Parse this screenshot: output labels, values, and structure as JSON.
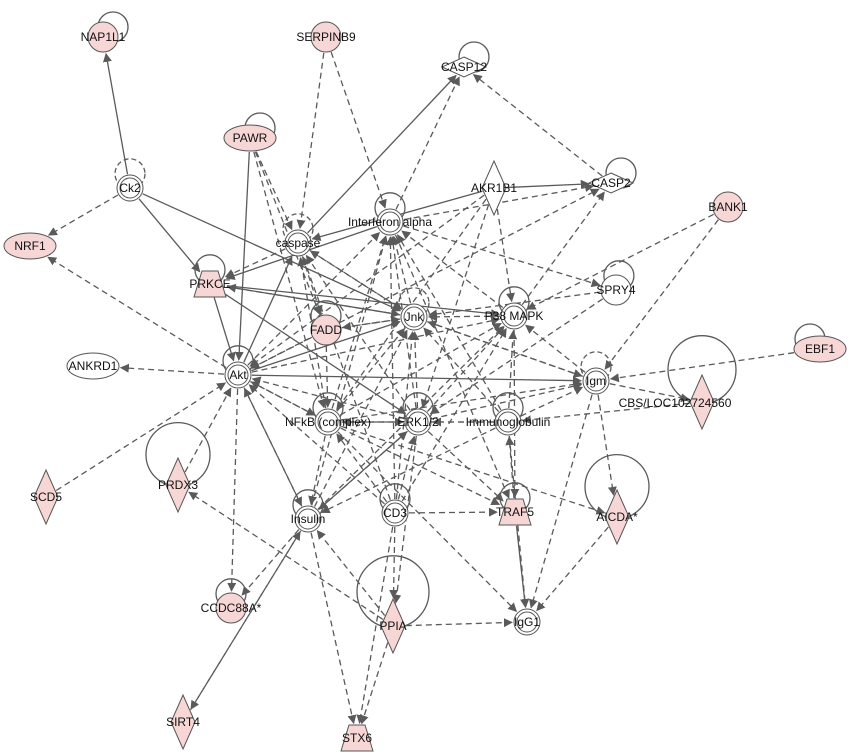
{
  "colors": {
    "highlight": "#f7d6d6",
    "edge": "#5a5a5a",
    "stroke": "#555555"
  },
  "nodes": [
    {
      "id": "NAP1L1",
      "label": "NAP1L1",
      "shape": "circle",
      "fill": "pink",
      "self_loop": true
    },
    {
      "id": "SERPINB9",
      "label": "SERPINB9",
      "shape": "circle",
      "fill": "pink"
    },
    {
      "id": "CASP12",
      "label": "CASP12",
      "shape": "diamond",
      "fill": "white",
      "self_loop": true
    },
    {
      "id": "PAWR",
      "label": "PAWR",
      "shape": "ellipse",
      "fill": "pink",
      "self_loop": true
    },
    {
      "id": "Ck2",
      "label": "Ck2",
      "shape": "complex",
      "fill": "white",
      "self_loop": true,
      "self_loop_dashed": true
    },
    {
      "id": "AKR1B1",
      "label": "AKR1B1",
      "shape": "diamond_v",
      "fill": "white"
    },
    {
      "id": "CASP2",
      "label": "CASP2",
      "shape": "diamond",
      "fill": "white",
      "self_loop": true
    },
    {
      "id": "BANK1",
      "label": "BANK1",
      "shape": "circle",
      "fill": "pink"
    },
    {
      "id": "NRF1",
      "label": "NRF1",
      "shape": "ellipse",
      "fill": "pink"
    },
    {
      "id": "caspase",
      "label": "caspase",
      "shape": "complex",
      "fill": "white",
      "self_loop": true,
      "self_loop_dashed": true
    },
    {
      "id": "IFNa",
      "label": "Interferon alpha",
      "shape": "complex",
      "fill": "white",
      "self_loop": true
    },
    {
      "id": "PRKCE",
      "label": "PRKCE",
      "shape": "trapezoid",
      "fill": "pink",
      "self_loop": true
    },
    {
      "id": "SPRY4",
      "label": "SPRY4",
      "shape": "circle",
      "fill": "white",
      "self_loop": true
    },
    {
      "id": "EBF1",
      "label": "EBF1",
      "shape": "ellipse",
      "fill": "pink",
      "self_loop": true
    },
    {
      "id": "FADD",
      "label": "FADD",
      "shape": "circle",
      "fill": "pink",
      "self_loop": true
    },
    {
      "id": "Jnk",
      "label": "Jnk",
      "shape": "complex",
      "fill": "white",
      "self_loop": true,
      "self_loop_dashed": true
    },
    {
      "id": "P38",
      "label": "P38 MAPK",
      "shape": "complex",
      "fill": "white",
      "self_loop": true
    },
    {
      "id": "ANKRD1",
      "label": "ANKRD1",
      "shape": "ellipse",
      "fill": "white"
    },
    {
      "id": "Akt",
      "label": "Akt",
      "shape": "complex",
      "fill": "white",
      "self_loop": true
    },
    {
      "id": "Igm",
      "label": "Igm",
      "shape": "complex",
      "fill": "white",
      "self_loop": true,
      "self_loop_dashed": true
    },
    {
      "id": "CBS",
      "label": "CBS/LOC102724560",
      "shape": "diamond_v",
      "fill": "pink",
      "self_loop": true,
      "loop_r": 34
    },
    {
      "id": "NFkB",
      "label": "NFkB (complex)",
      "shape": "complex",
      "fill": "white",
      "self_loop": true
    },
    {
      "id": "ERK",
      "label": "ERK1/2",
      "shape": "complex",
      "fill": "white",
      "self_loop": true
    },
    {
      "id": "Ig",
      "label": "Immunoglobulin",
      "shape": "complex",
      "fill": "white",
      "self_loop": true
    },
    {
      "id": "SCD5",
      "label": "SCD5",
      "shape": "diamond_v",
      "fill": "pink"
    },
    {
      "id": "PRDX3",
      "label": "PRDX3",
      "shape": "diamond_v",
      "fill": "pink",
      "self_loop": true,
      "loop_r": 32
    },
    {
      "id": "Insulin",
      "label": "Insulin",
      "shape": "complex",
      "fill": "white",
      "self_loop": true
    },
    {
      "id": "CD3",
      "label": "CD3",
      "shape": "complex",
      "fill": "white",
      "self_loop": true
    },
    {
      "id": "TRAF5",
      "label": "TRAF5",
      "shape": "trapezoid",
      "fill": "pink",
      "self_loop": true
    },
    {
      "id": "AICDA",
      "label": "AICDA*",
      "shape": "diamond_v",
      "fill": "pink",
      "self_loop": true,
      "loop_r": 32
    },
    {
      "id": "CCDC88A",
      "label": "CCDC88A*",
      "shape": "circle",
      "fill": "pink",
      "self_loop": true
    },
    {
      "id": "PPIA",
      "label": "PPIA",
      "shape": "diamond_v",
      "fill": "pink",
      "self_loop": true,
      "loop_r": 36
    },
    {
      "id": "IgG1",
      "label": "IgG1",
      "shape": "complex",
      "fill": "white"
    },
    {
      "id": "SIRT4",
      "label": "SIRT4",
      "shape": "diamond_v",
      "fill": "pink"
    },
    {
      "id": "STX6",
      "label": "STX6",
      "shape": "trapezoid",
      "fill": "pink"
    }
  ],
  "edges": [
    {
      "from": "Ck2",
      "to": "NAP1L1",
      "type": "solid"
    },
    {
      "from": "SERPINB9",
      "to": "caspase",
      "type": "dashed"
    },
    {
      "from": "SERPINB9",
      "to": "IFNa",
      "type": "dashed"
    },
    {
      "from": "Ck2",
      "to": "NRF1",
      "type": "dashed"
    },
    {
      "from": "Ck2",
      "to": "PRKCE",
      "type": "solid"
    },
    {
      "from": "Ck2",
      "to": "Jnk",
      "type": "solid"
    },
    {
      "from": "PAWR",
      "to": "caspase",
      "type": "dashed"
    },
    {
      "from": "PAWR",
      "to": "Akt",
      "type": "solid"
    },
    {
      "from": "PAWR",
      "to": "NFkB",
      "type": "dashed"
    },
    {
      "from": "PAWR",
      "to": "FADD",
      "type": "dashed"
    },
    {
      "from": "caspase",
      "to": "CASP12",
      "type": "solid"
    },
    {
      "from": "caspase",
      "to": "PRKCE",
      "type": "dashed"
    },
    {
      "from": "caspase",
      "to": "FADD",
      "type": "dashed"
    },
    {
      "from": "Akt",
      "to": "caspase",
      "type": "solid"
    },
    {
      "from": "NFkB",
      "to": "caspase",
      "type": "dashed"
    },
    {
      "from": "ERK",
      "to": "caspase",
      "type": "dashed"
    },
    {
      "from": "Jnk",
      "to": "caspase",
      "type": "dashed"
    },
    {
      "from": "CD3",
      "to": "caspase",
      "type": "dashed"
    },
    {
      "from": "IFNa",
      "to": "CASP12",
      "type": "dashed"
    },
    {
      "from": "AKR1B1",
      "to": "CASP2",
      "type": "solid"
    },
    {
      "from": "AKR1B1",
      "to": "caspase",
      "type": "solid"
    },
    {
      "from": "AKR1B1",
      "to": "ERK",
      "type": "dashed"
    },
    {
      "from": "AKR1B1",
      "to": "NFkB",
      "type": "dashed"
    },
    {
      "from": "AKR1B1",
      "to": "Akt",
      "type": "dashed"
    },
    {
      "from": "AKR1B1",
      "to": "P38",
      "type": "dashed"
    },
    {
      "from": "IFNa",
      "to": "CASP2",
      "type": "dashed"
    },
    {
      "from": "CASP2",
      "to": "CASP12",
      "type": "dashed"
    },
    {
      "from": "P38",
      "to": "CASP2",
      "type": "dashed"
    },
    {
      "from": "Akt",
      "to": "CASP2",
      "type": "dashed"
    },
    {
      "from": "BANK1",
      "to": "P38",
      "type": "dashed"
    },
    {
      "from": "BANK1",
      "to": "Igm",
      "type": "dashed"
    },
    {
      "from": "Akt",
      "to": "IFNa",
      "type": "dashed"
    },
    {
      "from": "NFkB",
      "to": "IFNa",
      "type": "dashed"
    },
    {
      "from": "ERK",
      "to": "IFNa",
      "type": "dashed"
    },
    {
      "from": "Jnk",
      "to": "IFNa",
      "type": "dashed"
    },
    {
      "from": "P38",
      "to": "IFNa",
      "type": "dashed"
    },
    {
      "from": "Insulin",
      "to": "IFNa",
      "type": "dashed"
    },
    {
      "from": "CD3",
      "to": "IFNa",
      "type": "dashed"
    },
    {
      "from": "Ig",
      "to": "IFNa",
      "type": "dashed"
    },
    {
      "from": "IFNa",
      "to": "PRKCE",
      "type": "solid"
    },
    {
      "from": "IFNa",
      "to": "SPRY4",
      "type": "dashed"
    },
    {
      "from": "PRKCE",
      "to": "Jnk",
      "type": "solid"
    },
    {
      "from": "PRKCE",
      "to": "P38",
      "type": "solid"
    },
    {
      "from": "PRKCE",
      "to": "ERK",
      "type": "solid"
    },
    {
      "from": "PRKCE",
      "to": "Akt",
      "type": "solid"
    },
    {
      "from": "Jnk",
      "to": "PRKCE",
      "type": "dashed"
    },
    {
      "from": "SPRY4",
      "to": "Jnk",
      "type": "dashed"
    },
    {
      "from": "SPRY4",
      "to": "ERK",
      "type": "dashed"
    },
    {
      "from": "EBF1",
      "to": "Igm",
      "type": "dashed"
    },
    {
      "from": "Jnk",
      "to": "FADD",
      "type": "dashed"
    },
    {
      "from": "FADD",
      "to": "NFkB",
      "type": "dashed"
    },
    {
      "from": "FADD",
      "to": "Jnk",
      "type": "dashed"
    },
    {
      "from": "P38",
      "to": "Jnk",
      "type": "dashed"
    },
    {
      "from": "Akt",
      "to": "Jnk",
      "type": "solid"
    },
    {
      "from": "NFkB",
      "to": "Jnk",
      "type": "dashed"
    },
    {
      "from": "ERK",
      "to": "Jnk",
      "type": "dashed"
    },
    {
      "from": "Insulin",
      "to": "Jnk",
      "type": "dashed"
    },
    {
      "from": "CD3",
      "to": "Jnk",
      "type": "dashed"
    },
    {
      "from": "Ig",
      "to": "Jnk",
      "type": "dashed"
    },
    {
      "from": "Igm",
      "to": "Jnk",
      "type": "dashed"
    },
    {
      "from": "Igm",
      "to": "P38",
      "type": "dashed"
    },
    {
      "from": "Akt",
      "to": "P38",
      "type": "dashed"
    },
    {
      "from": "NFkB",
      "to": "P38",
      "type": "dashed"
    },
    {
      "from": "ERK",
      "to": "P38",
      "type": "dashed"
    },
    {
      "from": "Insulin",
      "to": "P38",
      "type": "dashed"
    },
    {
      "from": "CD3",
      "to": "P38",
      "type": "dashed"
    },
    {
      "from": "Ig",
      "to": "P38",
      "type": "dashed"
    },
    {
      "from": "P38",
      "to": "TRAF5",
      "type": "dashed"
    },
    {
      "from": "Akt",
      "to": "ANKRD1",
      "type": "dashed"
    },
    {
      "from": "Akt",
      "to": "NRF1",
      "type": "dashed"
    },
    {
      "from": "Akt",
      "to": "Igm",
      "type": "solid"
    },
    {
      "from": "NFkB",
      "to": "Igm",
      "type": "dashed"
    },
    {
      "from": "ERK",
      "to": "Igm",
      "type": "dashed"
    },
    {
      "from": "Jnk",
      "to": "Igm",
      "type": "dashed"
    },
    {
      "from": "Ig",
      "to": "Igm",
      "type": "dashed"
    },
    {
      "from": "Igm",
      "to": "CBS",
      "type": "dashed"
    },
    {
      "from": "Igm",
      "to": "AICDA",
      "type": "dashed"
    },
    {
      "from": "Igm",
      "to": "IgG1",
      "type": "dashed"
    },
    {
      "from": "NFkB",
      "to": "Akt",
      "type": "dashed"
    },
    {
      "from": "ERK",
      "to": "Akt",
      "type": "dashed"
    },
    {
      "from": "Akt",
      "to": "NFkB",
      "type": "dashed"
    },
    {
      "from": "Akt",
      "to": "CCDC88A",
      "type": "dashed"
    },
    {
      "from": "Akt",
      "to": "Insulin",
      "type": "dashed"
    },
    {
      "from": "Insulin",
      "to": "Akt",
      "type": "dashed"
    },
    {
      "from": "SCD5",
      "to": "Akt",
      "type": "dashed"
    },
    {
      "from": "CD3",
      "to": "Akt",
      "type": "dashed"
    },
    {
      "from": "CD3",
      "to": "NFkB",
      "type": "dashed"
    },
    {
      "from": "CD3",
      "to": "ERK",
      "type": "dashed"
    },
    {
      "from": "Ig",
      "to": "ERK",
      "type": "dashed"
    },
    {
      "from": "Ig",
      "to": "NFkB",
      "type": "dashed"
    },
    {
      "from": "Ig",
      "to": "Insulin",
      "type": "dashed"
    },
    {
      "from": "NFkB",
      "to": "Insulin",
      "type": "dashed"
    },
    {
      "from": "ERK",
      "to": "Insulin",
      "type": "dashed"
    },
    {
      "from": "NFkB",
      "to": "ERK",
      "type": "dashed"
    },
    {
      "from": "ERK",
      "to": "NFkB",
      "type": "dashed"
    },
    {
      "from": "ERK",
      "to": "TRAF5",
      "type": "dashed"
    },
    {
      "from": "NFkB",
      "to": "TRAF5",
      "type": "dashed"
    },
    {
      "from": "NFkB",
      "to": "AICDA",
      "type": "dashed"
    },
    {
      "from": "ERK",
      "to": "PPIA",
      "type": "dashed"
    },
    {
      "from": "NFkB",
      "to": "IgG1",
      "type": "dashed"
    },
    {
      "from": "Ig",
      "to": "IgG1",
      "type": "dashed"
    },
    {
      "from": "CD3",
      "to": "TRAF5",
      "type": "dashed"
    },
    {
      "from": "TRAF5",
      "to": "IgG1",
      "type": "solid"
    },
    {
      "from": "TRAF5",
      "to": "Ig",
      "type": "dashed"
    },
    {
      "from": "AICDA",
      "to": "IgG1",
      "type": "dashed"
    },
    {
      "from": "CD3",
      "to": "STX6",
      "type": "dashed"
    },
    {
      "from": "Insulin",
      "to": "STX6",
      "type": "dashed"
    },
    {
      "from": "PRDX3",
      "to": "Akt",
      "type": "dashed"
    },
    {
      "from": "PPIA",
      "to": "PRDX3",
      "type": "dashed"
    },
    {
      "from": "PPIA",
      "to": "IgG1",
      "type": "dashed"
    },
    {
      "from": "SIRT4",
      "to": "Insulin",
      "type": "dashed"
    },
    {
      "from": "Insulin",
      "to": "CCDC88A",
      "type": "dashed"
    },
    {
      "from": "Insulin",
      "to": "SIRT4",
      "type": "dashed"
    },
    {
      "from": "PPIA",
      "to": "Insulin",
      "type": "dashed"
    },
    {
      "from": "PPIA",
      "to": "STX6",
      "type": "dashed"
    },
    {
      "from": "CD3",
      "to": "PPIA",
      "type": "dashed"
    },
    {
      "from": "IFNa",
      "to": "TRAF5",
      "type": "dashed"
    },
    {
      "from": "Insulin",
      "to": "ERK",
      "type": "solid"
    },
    {
      "from": "caspase",
      "to": "Jnk",
      "type": "dashed"
    },
    {
      "from": "FADD",
      "to": "Akt",
      "type": "dashed"
    },
    {
      "from": "CBS",
      "to": "Ig",
      "type": "dashed"
    }
  ]
}
